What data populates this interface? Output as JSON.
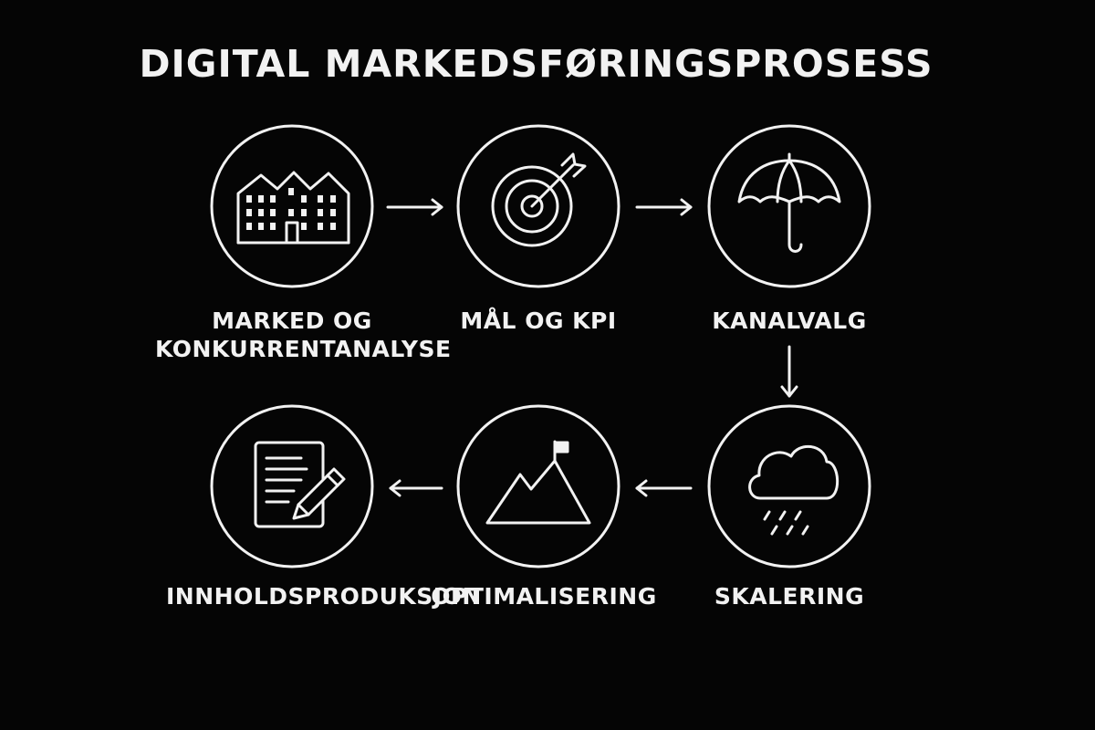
{
  "title": "DIGITAL MARKEDSFØRINGSPROSESS",
  "colors": {
    "background": "#050505",
    "foreground": "#f2f2f2"
  },
  "steps": [
    {
      "icon": "buildings-icon",
      "label_lines": [
        "MARKED OG",
        "KONKURRENTANALYSE"
      ]
    },
    {
      "icon": "target-arrow-icon",
      "label_lines": [
        "MÅL OG KPI"
      ]
    },
    {
      "icon": "umbrella-icon",
      "label_lines": [
        "KANALVALG"
      ]
    },
    {
      "icon": "rain-cloud-icon",
      "label_lines": [
        "SKALERING"
      ]
    },
    {
      "icon": "mountain-flag-icon",
      "label_lines": [
        "OPTIMALISERING"
      ]
    },
    {
      "icon": "document-pencil-icon",
      "label_lines": [
        "INNHOLDSPRODUKSJON"
      ]
    }
  ],
  "connectors": [
    {
      "from": "MARKED OG KONKURRENTANALYSE",
      "to": "MÅL OG KPI",
      "direction": "right"
    },
    {
      "from": "MÅL OG KPI",
      "to": "KANALVALG",
      "direction": "right"
    },
    {
      "from": "KANALVALG",
      "to": "SKALERING",
      "direction": "down"
    },
    {
      "from": "SKALERING",
      "to": "OPTIMALISERING",
      "direction": "left"
    },
    {
      "from": "OPTIMALISERING",
      "to": "INNHOLDSPRODUKSJON",
      "direction": "left"
    }
  ]
}
